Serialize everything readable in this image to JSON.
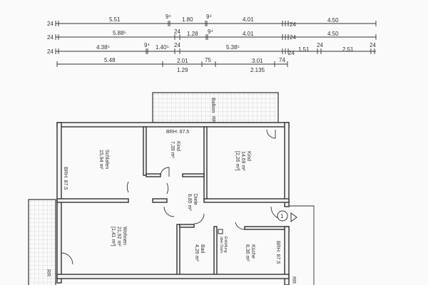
{
  "dimensions": {
    "row1": [
      "24",
      "5.51",
      "9⁴",
      "1.80",
      "9⁴",
      "4.01",
      "24",
      "4.50"
    ],
    "row2": [
      "24",
      "5.88⁵",
      "24",
      "1.28",
      "9⁴",
      "4.01",
      "24",
      "4.50"
    ],
    "row3": [
      "24",
      "4.38⁵",
      "9⁴",
      "1.40⁵",
      "24",
      "5.38⁵",
      "24",
      "1.51",
      "24",
      "2.51",
      "24"
    ],
    "row4": [
      "5.48",
      "2.01",
      "75",
      "3.01",
      "74"
    ],
    "row4_below": [
      "1.29",
      "2.135"
    ]
  },
  "rooms": {
    "balkon": {
      "name": "Balkon",
      "note": "RR"
    },
    "schlafen": {
      "name": "Schlafen",
      "area": "15,94 m²"
    },
    "kind_small": {
      "name": "Kind",
      "area": "7,39 m²"
    },
    "kind_large": {
      "name": "Kind",
      "area": "14,69 m²",
      "area2": "[2,26 m²]"
    },
    "diele": {
      "name": "Diele",
      "area": "8,85 m²"
    },
    "wohnen": {
      "name": "Wohnen",
      "area": "21,92 m²",
      "area2": "[1,41 m²]"
    },
    "bad": {
      "name": "Bad",
      "area": "4,26 m²"
    },
    "kueche": {
      "name": "Küche",
      "area": "8,36 m²"
    },
    "entlueftung": {
      "line1": "Entlüftung",
      "line2": "über Dach"
    }
  },
  "annotations": {
    "brh_top": "BRH: 87.5",
    "brh_left": "BRH: 87.5",
    "brh_right": "BRH: 87.5",
    "entrance_number": "1",
    "rr_bottom_left": "RR",
    "rr_bottom_right": "RR"
  }
}
